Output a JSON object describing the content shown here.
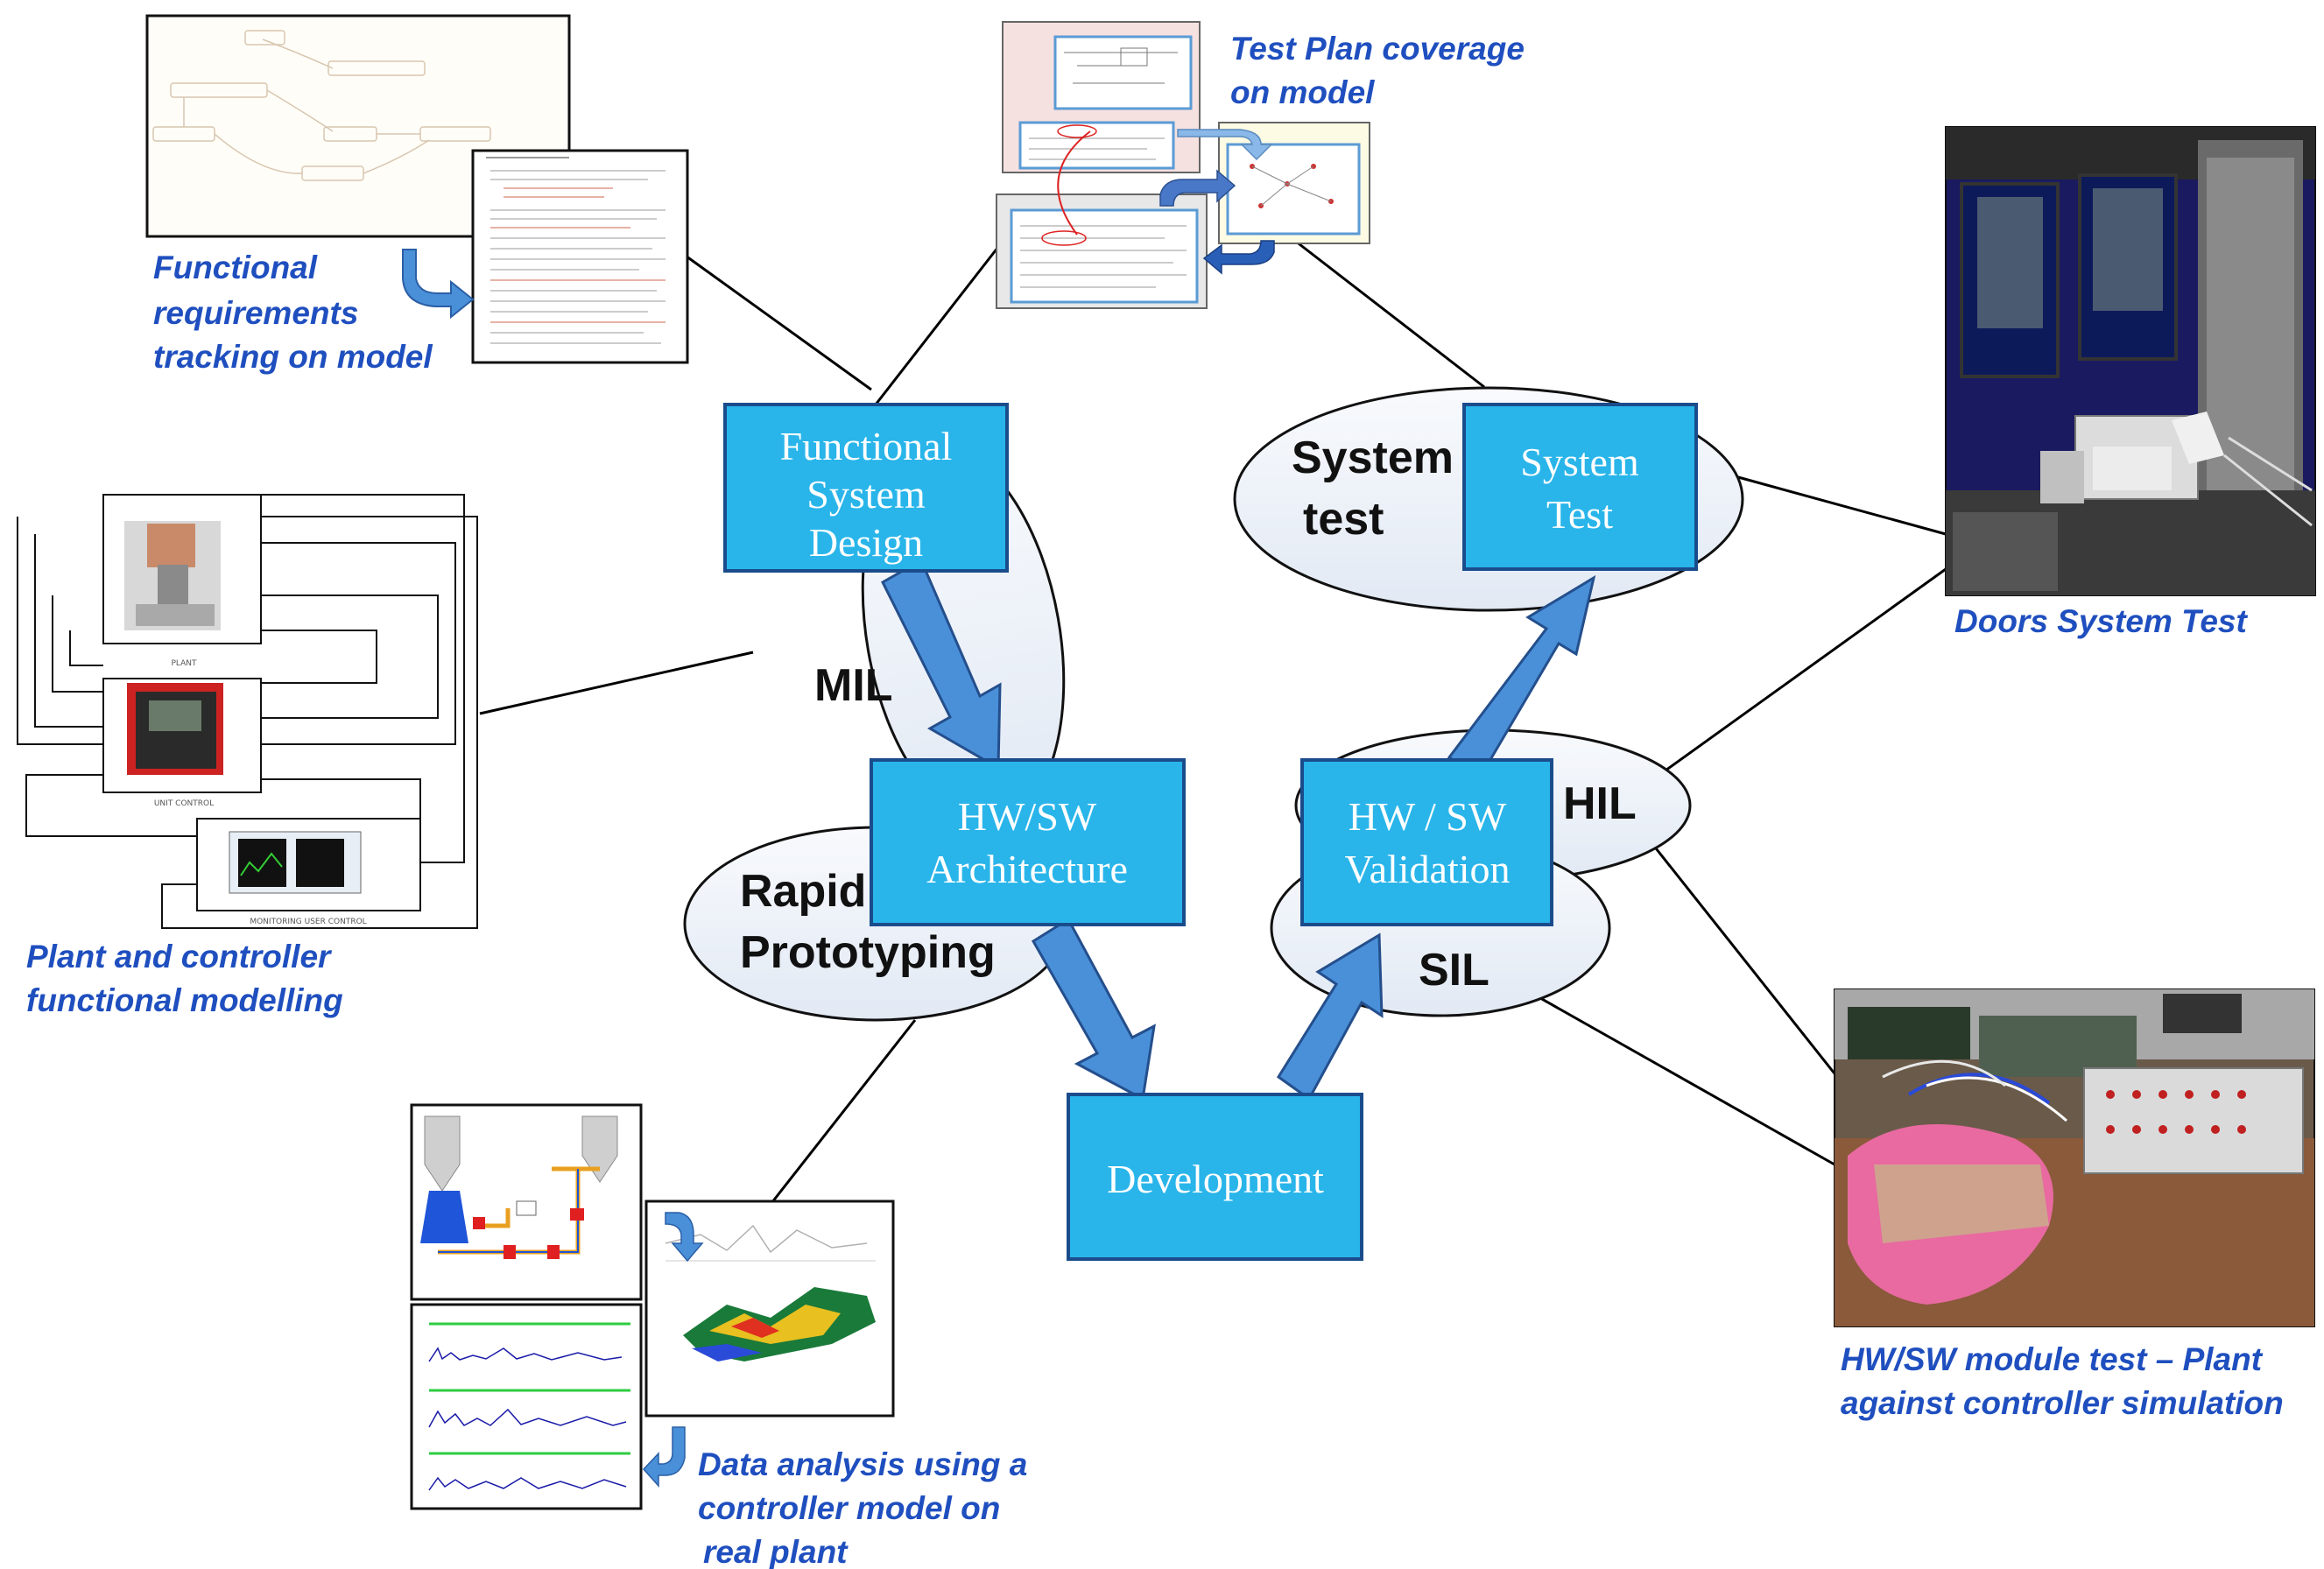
{
  "phases": {
    "functional_system_design": [
      "Functional",
      "System",
      "Design"
    ],
    "system_test": [
      "System",
      "Test"
    ],
    "hw_sw_architecture": [
      "HW/SW",
      "Architecture"
    ],
    "hw_sw_validation": [
      "HW / SW",
      "Validation"
    ],
    "development": "Development"
  },
  "levels": {
    "mil": "MIL",
    "system_test": [
      "System",
      "test"
    ],
    "hil": "HIL",
    "rapid_prototyping": [
      "Rapid",
      "Prototyping"
    ],
    "sil": "SIL"
  },
  "captions": {
    "functional_requirements": [
      "Functional",
      "requirements",
      "tracking on model"
    ],
    "test_plan": [
      "Test Plan coverage",
      "on model"
    ],
    "plant_controller": [
      "Plant and controller",
      "functional modelling"
    ],
    "doors_system_test": "Doors System Test",
    "hw_sw_module_test": [
      "HW/SW module test – Plant",
      "against controller simulation"
    ],
    "data_analysis": [
      "Data analysis using a",
      "controller model on",
      "real plant"
    ]
  },
  "colors": {
    "phase_box": "#29b5ea",
    "phase_border": "#1a4c8c",
    "arrow": "#4a90d9",
    "caption": "#1f4fbf",
    "ellipse_fill": "#edf2f9"
  }
}
